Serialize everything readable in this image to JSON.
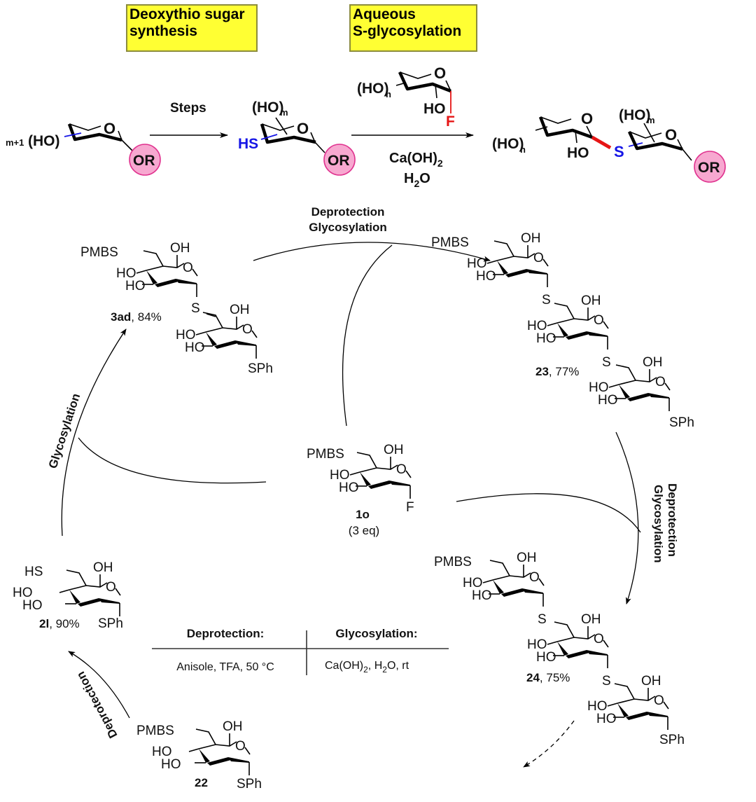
{
  "highlight_boxes": {
    "deoxythio": {
      "line1": "Deoxythio sugar",
      "line2": "synthesis"
    },
    "aqueous": {
      "line1": "Aqueous",
      "line2": "S-glycosylation"
    }
  },
  "top_scheme": {
    "start_substituent": "(HO)",
    "start_prefix": "m+1",
    "ring_O": "O",
    "OR": "OR",
    "steps_label": "Steps",
    "intermediate_HS": "HS",
    "intermediate_HOm": "(HO)",
    "subscript_m": "m",
    "subscript_n": "n",
    "donor_HOn": "(HO)",
    "donor_HO": "HO",
    "donor_F": "F",
    "reagent1": "Ca(OH)",
    "reagent1_sub": "2",
    "reagent2_H": "H",
    "reagent2_sub": "2",
    "reagent2_O": "O",
    "product_HOn": "(HO)",
    "product_HO": "HO",
    "product_S": "S",
    "product_HOm": "(HO)"
  },
  "colors": {
    "highlight_yellow": "#ffff33",
    "thiol_blue": "#1515e6",
    "fluoride_red": "#e61515",
    "OR_pink": "#f7a8d0",
    "OR_border": "#e0338f"
  },
  "cycle_labels": {
    "top_arc_line1": "Deprotection",
    "top_arc_line2": "Glycosylation",
    "right_arc_line1": "Deprotection",
    "right_arc_line2": "Glycosylation",
    "left_arc": "Glycosylation",
    "bottom_left_arc": "Deprotection"
  },
  "compounds": {
    "c3ad": {
      "id": "3ad",
      "yield": ", 84%"
    },
    "c23": {
      "id": "23",
      "yield": ", 77%"
    },
    "c1o": {
      "id": "1o",
      "note": "(3 eq)"
    },
    "c2l": {
      "id": "2l",
      "yield": ", 90%"
    },
    "c24": {
      "id": "24",
      "yield": ", 75%"
    },
    "c22": {
      "id": "22"
    }
  },
  "atoms": {
    "PMBS": "PMBS",
    "HS": "HS",
    "OH": "OH",
    "HO": "HO",
    "O": "O",
    "S": "S",
    "SPh": "SPh",
    "F": "F"
  },
  "conditions_table": {
    "col1_header": "Deprotection:",
    "col2_header": "Glycosylation:",
    "col1_value": "Anisole, TFA, 50 °C",
    "col2_value_a": "Ca(OH)",
    "col2_value_sub1": "2",
    "col2_value_b": ", H",
    "col2_value_sub2": "2",
    "col2_value_c": "O, rt"
  }
}
